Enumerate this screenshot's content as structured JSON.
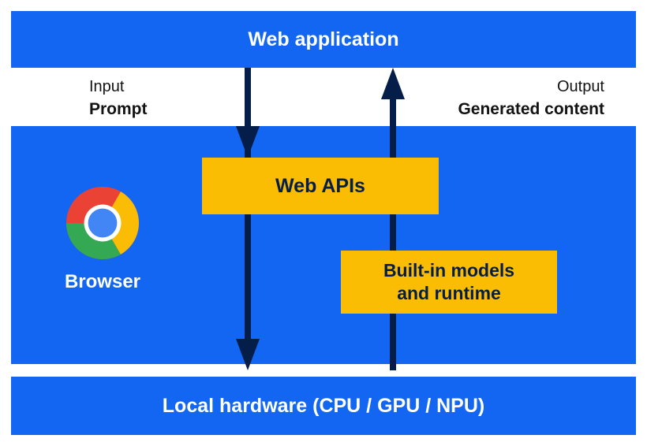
{
  "colors": {
    "blue": "#1266F1",
    "yellow": "#FBBC04",
    "navy": "#041E49",
    "chrome_red": "#EA4335",
    "chrome_green": "#34A853",
    "chrome_yellow": "#FBBC05",
    "chrome_blue": "#4285F4"
  },
  "top_bar": {
    "label": "Web application"
  },
  "flow_labels": {
    "input_title": "Input",
    "input_value": "Prompt",
    "output_title": "Output",
    "output_value": "Generated content"
  },
  "browser": {
    "label": "Browser",
    "logo_icon": "chrome-logo"
  },
  "boxes": {
    "web_apis": "Web APIs",
    "builtin_models": "Built-in models\nand runtime"
  },
  "bottom_bar": {
    "label": "Local hardware (CPU / GPU / NPU)"
  }
}
